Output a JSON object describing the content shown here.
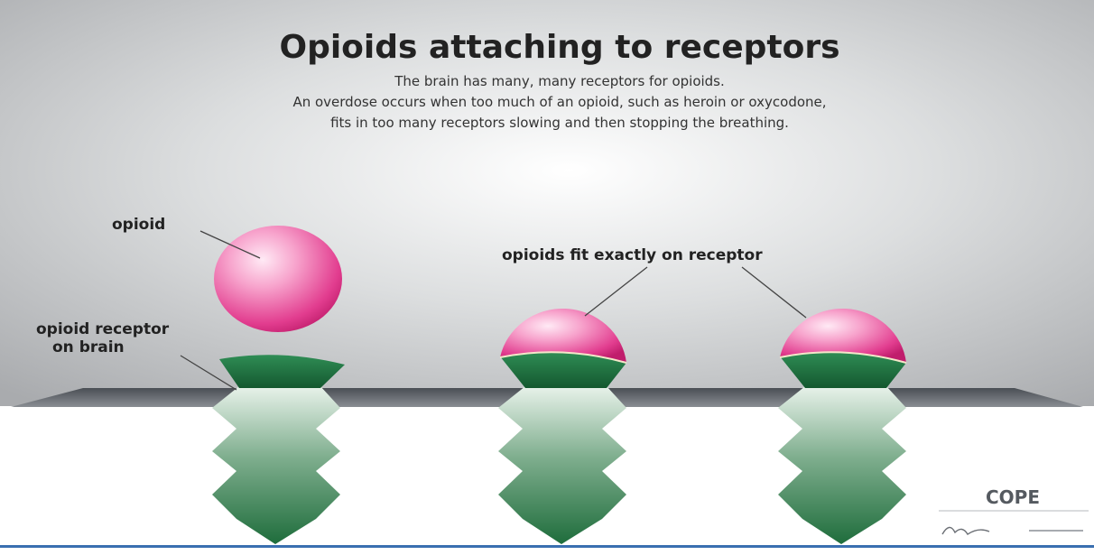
{
  "title": "Opioids attaching to receptors",
  "subtitle_lines": [
    "The brain has many, many receptors for opioids.",
    "An overdose occurs when too much of an opioid, such as heroin or oxycodone,",
    "fits in too many receptors slowing and then stopping the breathing."
  ],
  "labels": {
    "opioid": "opioid",
    "receptor_line1": "opioid receptor",
    "receptor_line2": "on brain",
    "fit": "opioids fit exactly on receptor"
  },
  "logo": {
    "text": "COPE"
  },
  "colors": {
    "opioid_pink": "#e23d8f",
    "receptor_green": "#1f7a45",
    "background_gray": "#c7c9cb",
    "surface_line": "#5e6268",
    "text": "#222222"
  }
}
